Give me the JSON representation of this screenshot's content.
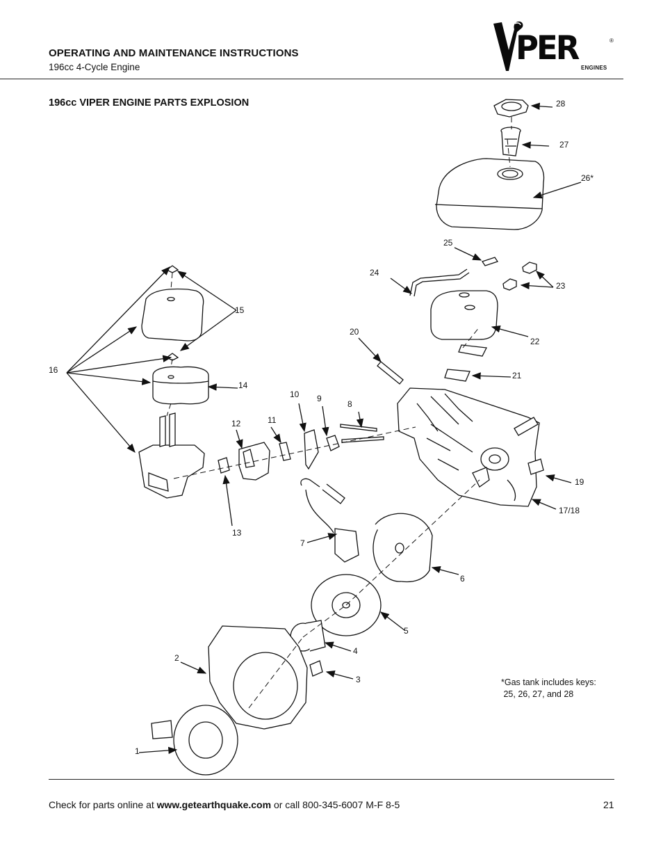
{
  "header": {
    "title": "OPERATING AND MAINTENANCE INSTRUCTIONS",
    "subtitle": "196cc 4-Cycle Engine"
  },
  "logo": {
    "brand": "VIPER",
    "brand_rest": "PER",
    "registered": "®",
    "subbrand": "ENGINES"
  },
  "section_title": "196cc VIPER ENGINE PARTS EXPLOSION",
  "parts": [
    {
      "key": "1"
    },
    {
      "key": "2"
    },
    {
      "key": "3"
    },
    {
      "key": "4"
    },
    {
      "key": "5"
    },
    {
      "key": "6"
    },
    {
      "key": "7"
    },
    {
      "key": "8"
    },
    {
      "key": "9"
    },
    {
      "key": "10"
    },
    {
      "key": "11"
    },
    {
      "key": "12"
    },
    {
      "key": "13"
    },
    {
      "key": "14"
    },
    {
      "key": "15"
    },
    {
      "key": "16"
    },
    {
      "key": "17/18"
    },
    {
      "key": "19"
    },
    {
      "key": "20"
    },
    {
      "key": "21"
    },
    {
      "key": "22"
    },
    {
      "key": "23"
    },
    {
      "key": "24"
    },
    {
      "key": "25"
    },
    {
      "key": "26*"
    },
    {
      "key": "27"
    },
    {
      "key": "28"
    }
  ],
  "note": {
    "line1": "*Gas tank includes keys:",
    "line2": " 25, 26, 27, and 28"
  },
  "footer": {
    "prefix": "Check for parts online at ",
    "url": "www.getearthquake.com",
    "suffix": " or call 800-345-6007 M-F 8-5",
    "page_number": "21"
  }
}
